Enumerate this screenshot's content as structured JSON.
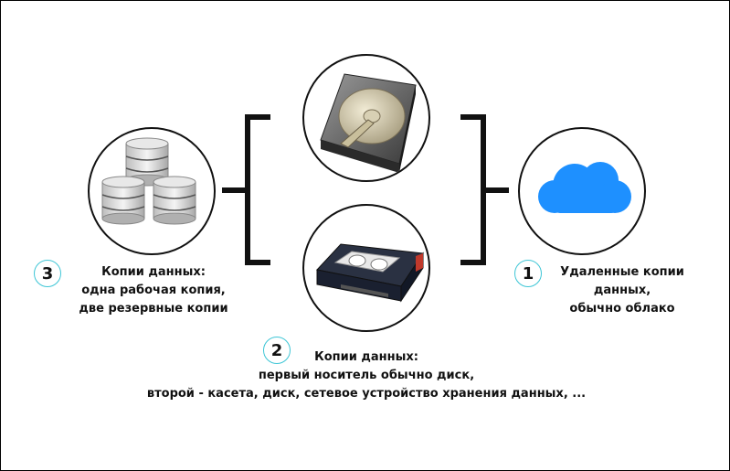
{
  "diagram": {
    "left_group": {
      "number": "3",
      "lines": [
        "Копии данных:",
        "одна рабочая копия,",
        "две резервные копии"
      ],
      "icon": "database-icon"
    },
    "middle_group": {
      "number": "2",
      "lines": [
        "Копии данных:",
        "первый носитель обычно диск,",
        "второй - касета, диск, сетевое устройство хранения данных, ..."
      ],
      "top_icon": "hard-disk-icon",
      "bottom_icon": "tape-cassette-icon"
    },
    "right_group": {
      "number": "1",
      "lines": [
        "Удаленные копии",
        "данных,",
        "обычно облако"
      ],
      "icon": "cloud-icon"
    },
    "colors": {
      "badge_border": "#3ec6d6",
      "cloud": "#1e90ff",
      "line": "#111111"
    }
  }
}
